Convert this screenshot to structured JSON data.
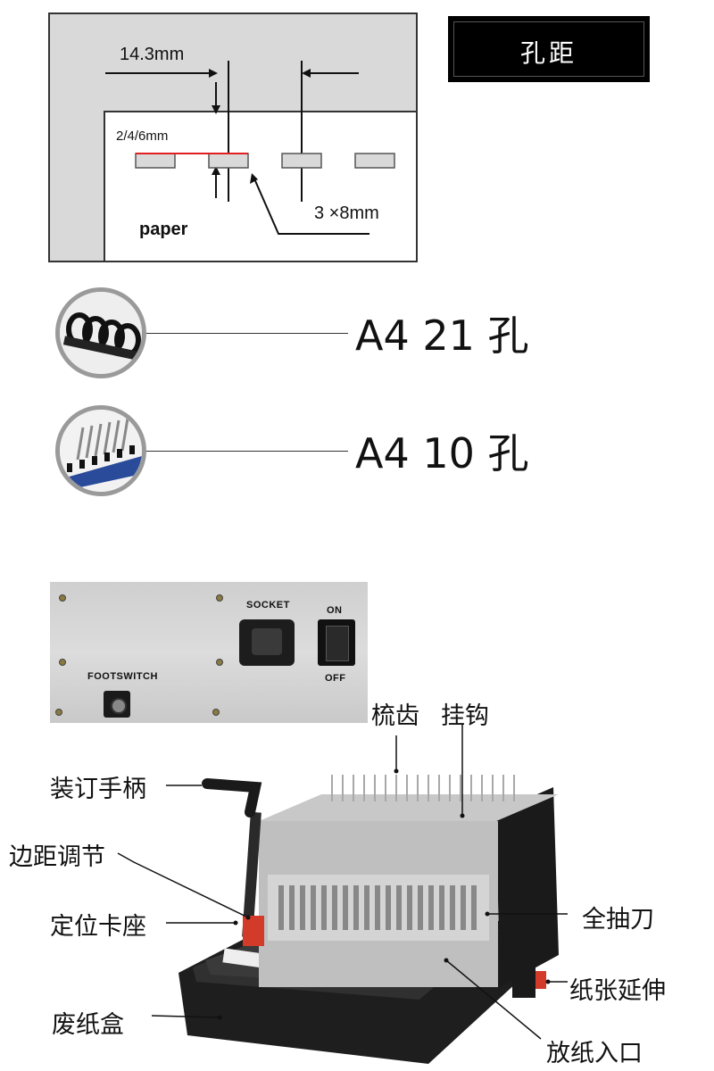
{
  "spacing_diagram": {
    "pitch": "14.3mm",
    "margin": "2/4/6mm",
    "hole_size": "3 ×8mm",
    "paper_label": "paper"
  },
  "title": "孔距",
  "variants": [
    {
      "icon": "plastic-comb-ring-icon",
      "label": "A4 21 孔"
    },
    {
      "icon": "comb-spine-icon",
      "label": "A4 10 孔"
    }
  ],
  "rear_panel": {
    "socket_label": "SOCKET",
    "on_label": "ON",
    "off_label": "OFF",
    "footswitch_label": "FOOTSWITCH"
  },
  "machine_callouts": {
    "comb_teeth": "梳齿",
    "hook": "挂钩",
    "binding_handle": "装订手柄",
    "margin_adjust": "边距调节",
    "positioning_seat": "定位卡座",
    "full_blades": "全抽刀",
    "waste_box": "废纸盒",
    "paper_extension": "纸张延伸",
    "paper_inlet": "放纸入口"
  },
  "colors": {
    "margin_line": "#e02020",
    "machine_accent": "#d23a2a",
    "comb_blue": "#2a4a9a"
  }
}
